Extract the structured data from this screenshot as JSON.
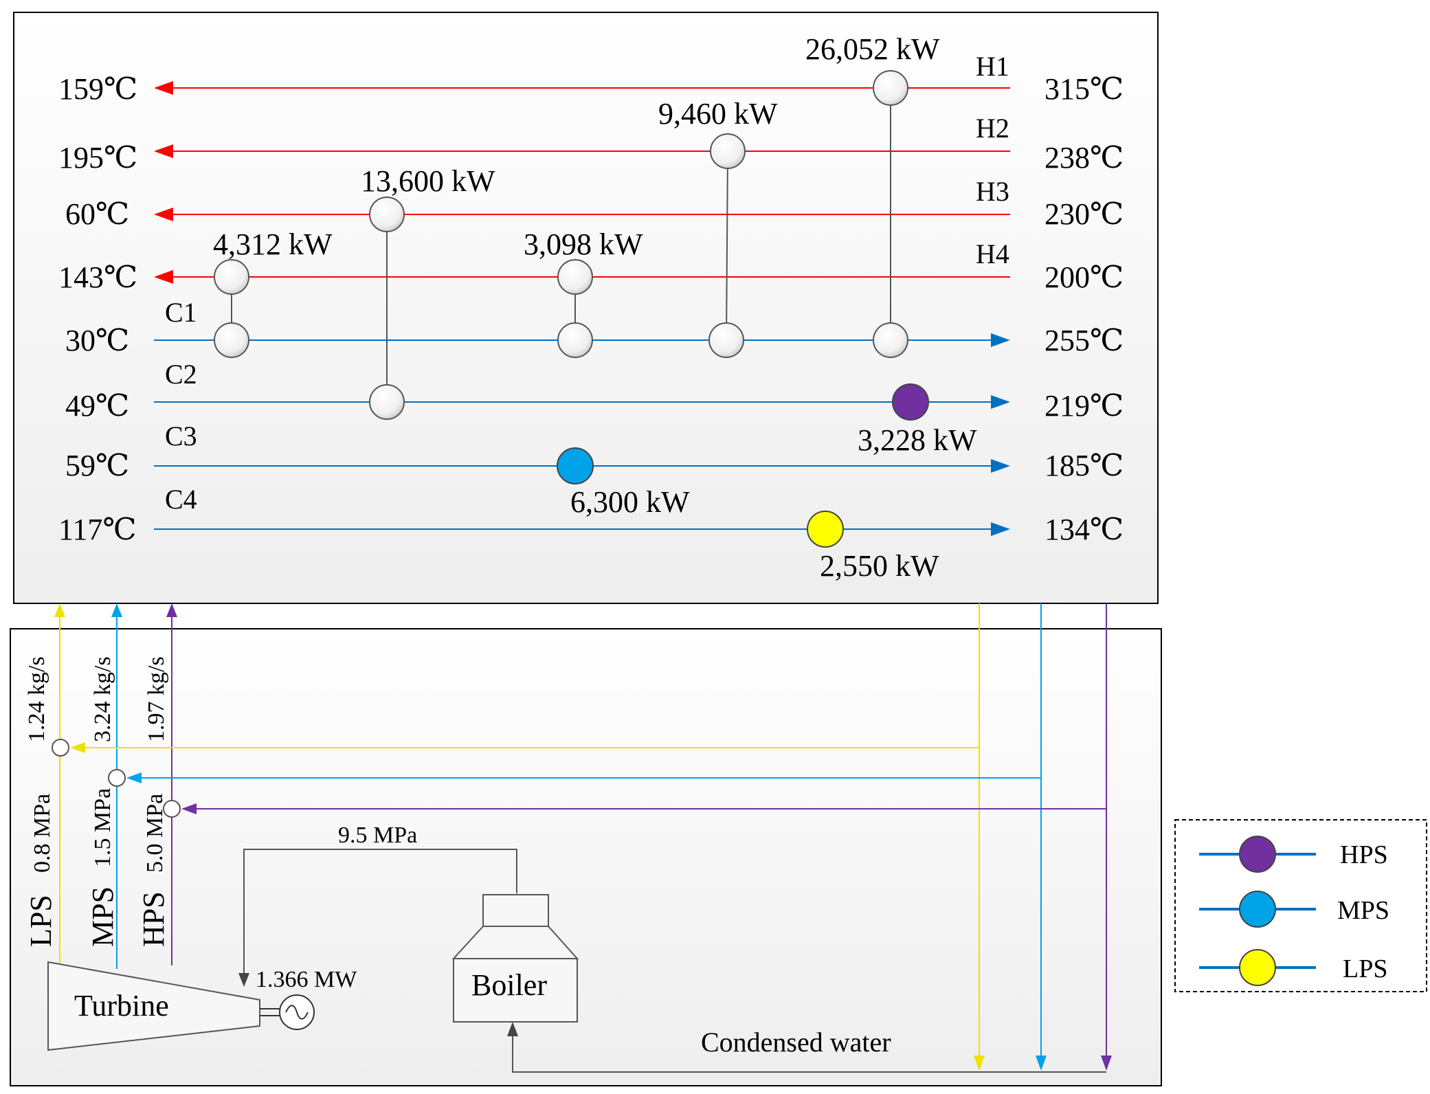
{
  "hot_streams": [
    {
      "name": "H1",
      "in_temp": "315℃",
      "out_temp": "159℃"
    },
    {
      "name": "H2",
      "in_temp": "238℃",
      "out_temp": "195℃"
    },
    {
      "name": "H3",
      "in_temp": "230℃",
      "out_temp": "60℃"
    },
    {
      "name": "H4",
      "in_temp": "200℃",
      "out_temp": "143℃"
    }
  ],
  "cold_streams": [
    {
      "name": "C1",
      "in_temp": "30℃",
      "out_temp": "255℃"
    },
    {
      "name": "C2",
      "in_temp": "49℃",
      "out_temp": "219℃"
    },
    {
      "name": "C3",
      "in_temp": "59℃",
      "out_temp": "185℃"
    },
    {
      "name": "C4",
      "in_temp": "117℃",
      "out_temp": "134℃"
    }
  ],
  "exchangers": [
    {
      "hot": "H4",
      "cold": "C1",
      "duty": "4,312 kW"
    },
    {
      "hot": "H3",
      "cold": "C2",
      "duty": "13,600 kW"
    },
    {
      "hot": "H4",
      "cold": "C1",
      "duty": "3,098 kW"
    },
    {
      "hot": "H2",
      "cold": "C1",
      "duty": "9,460 kW"
    },
    {
      "hot": "H1",
      "cold": "C1",
      "duty": "26,052 kW"
    }
  ],
  "heaters": [
    {
      "stream": "C2",
      "utility": "HPS",
      "duty": "3,228 kW"
    },
    {
      "stream": "C3",
      "utility": "MPS",
      "duty": "6,300 kW"
    },
    {
      "stream": "C4",
      "utility": "LPS",
      "duty": "2,550 kW"
    }
  ],
  "steam": {
    "lps": {
      "label": "LPS",
      "pressure": "0.8 MPa",
      "flow": "1.24 kg/s"
    },
    "mps": {
      "label": "MPS",
      "pressure": "1.5 MPa",
      "flow": "3.24 kg/s"
    },
    "hps": {
      "label": "HPS",
      "pressure": "5.0 MPa",
      "flow": "1.97 kg/s"
    }
  },
  "boiler_pressure": "9.5 MPa",
  "turbine_label": "Turbine",
  "generator_power": "1.366 MW",
  "boiler_label": "Boiler",
  "condensed_water": "Condensed water",
  "legend": [
    {
      "label": "HPS",
      "color": "#7030a0"
    },
    {
      "label": "MPS",
      "color": "#00a2e8"
    },
    {
      "label": "LPS",
      "color": "#ffff00"
    }
  ],
  "colors": {
    "hot": "#ff0000",
    "cold": "#0070c0",
    "hps": "#7030a0",
    "mps": "#00a2e8",
    "lps": "#ffff00"
  }
}
